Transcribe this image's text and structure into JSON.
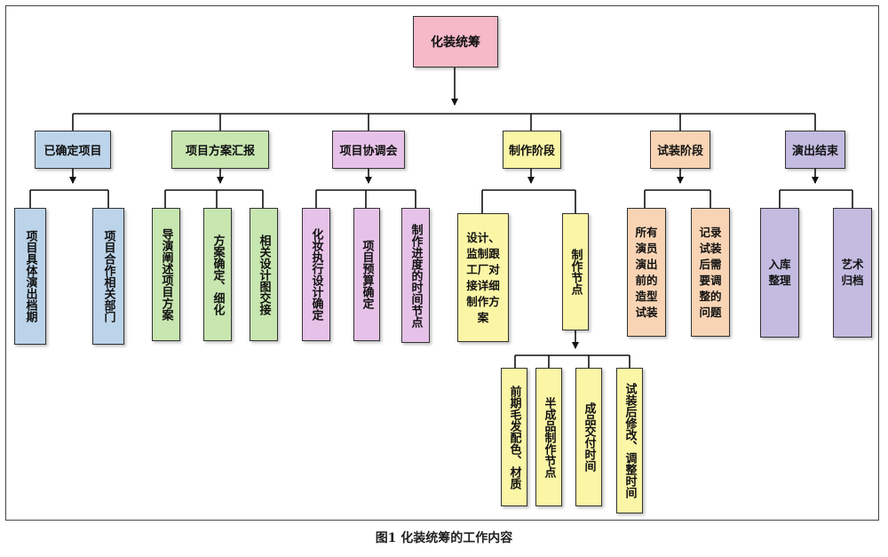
{
  "root": "化装统筹",
  "l1": {
    "confirm": "已确定项目",
    "report": "项目方案汇报",
    "coord": "项目协调会",
    "make": "制作阶段",
    "fit": "试装阶段",
    "end": "演出结束"
  },
  "l2": {
    "c1": "项目具体演出档期",
    "c2": "项目合作相关部门",
    "r1": "导演阐述项目方案",
    "r2": "方案确定、细化",
    "r3": "相关设计图交接",
    "o1": "化妆执行设计确定",
    "o2": "项目预算确定",
    "o3": "制作进度的时间节点",
    "m1": "设计、监制跟工厂对接详细制作方案",
    "m2": "制作节点",
    "f1": "所有演员演出前的造型试装",
    "f2": "记录试装后需要调整的问题",
    "e1": "入库整理",
    "e2": "艺术归档"
  },
  "l3": {
    "n1": "前期毛发配色、材质",
    "n2": "半成品制作节点",
    "n3": "成品交付时间",
    "n4": "试装后修改、调整时间"
  },
  "caption": "图1 化装统筹的工作内容"
}
